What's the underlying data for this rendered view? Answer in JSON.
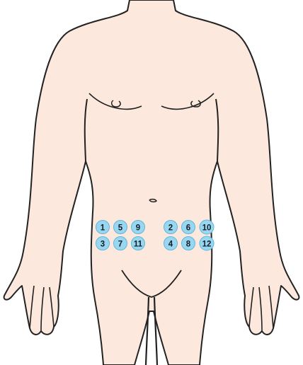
{
  "colors": {
    "skin": "#fce8dc",
    "outline": "#222222",
    "site_fill": "#9ad6ef",
    "site_stroke": "#5bb8dc"
  },
  "injection_sites": {
    "left_group": [
      "1",
      "5",
      "9",
      "3",
      "7",
      "11"
    ],
    "right_group": [
      "2",
      "6",
      "10",
      "4",
      "8",
      "12"
    ]
  }
}
